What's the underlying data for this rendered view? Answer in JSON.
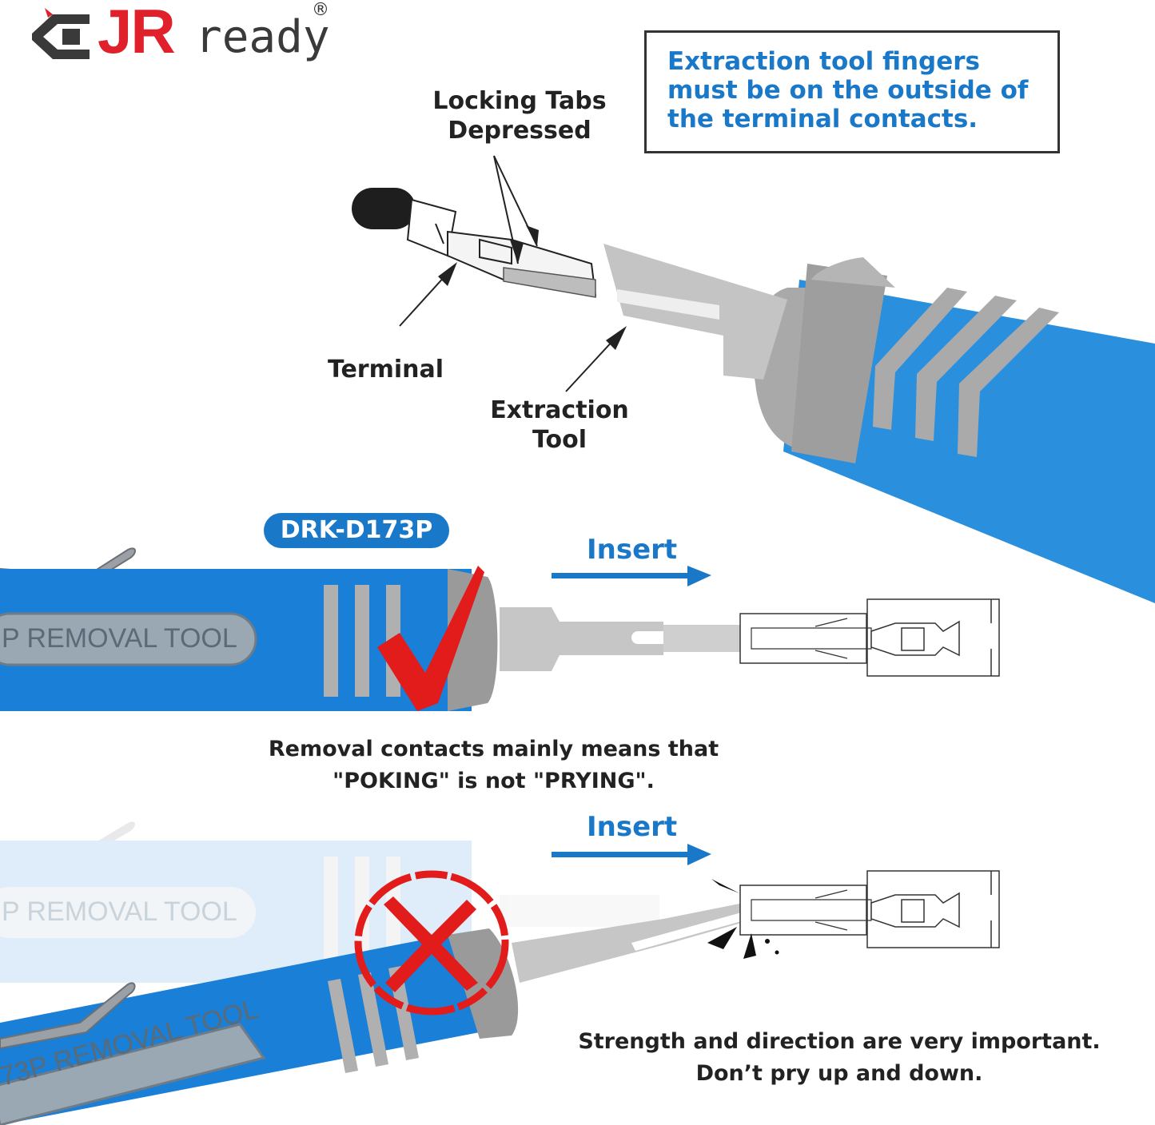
{
  "brand": {
    "logo_main": "JR",
    "logo_sub": "ready",
    "registered_mark": "®"
  },
  "note": {
    "text": "Extraction tool fingers must be on the outside of the terminal contacts."
  },
  "diagram": {
    "locking_tabs_line1": "Locking Tabs",
    "locking_tabs_line2": "Depressed",
    "terminal_label": "Terminal",
    "extraction_tool_line1": "Extraction",
    "extraction_tool_line2": "Tool",
    "tool_body_color": "#2a8fdc",
    "tool_grip_color": "#a9a9a9"
  },
  "correct_usage": {
    "model_badge": "DRK-D173P",
    "insert_label": "Insert",
    "tool_text": "P REMOVAL TOOL",
    "caption_line1": "Removal contacts mainly means that",
    "caption_line2": "\"POKING\" is not \"PRYING\".",
    "mark_icon": "checkmark-icon"
  },
  "wrong_usage": {
    "insert_label": "Insert",
    "ghost_tool_text": "P REMOVAL TOOL",
    "tool_text": "73P REMOVAL TOOL",
    "caption_line1": "Strength and direction are very important.",
    "caption_line2": "Don’t pry up and down.",
    "mark_icon": "cross-icon"
  }
}
